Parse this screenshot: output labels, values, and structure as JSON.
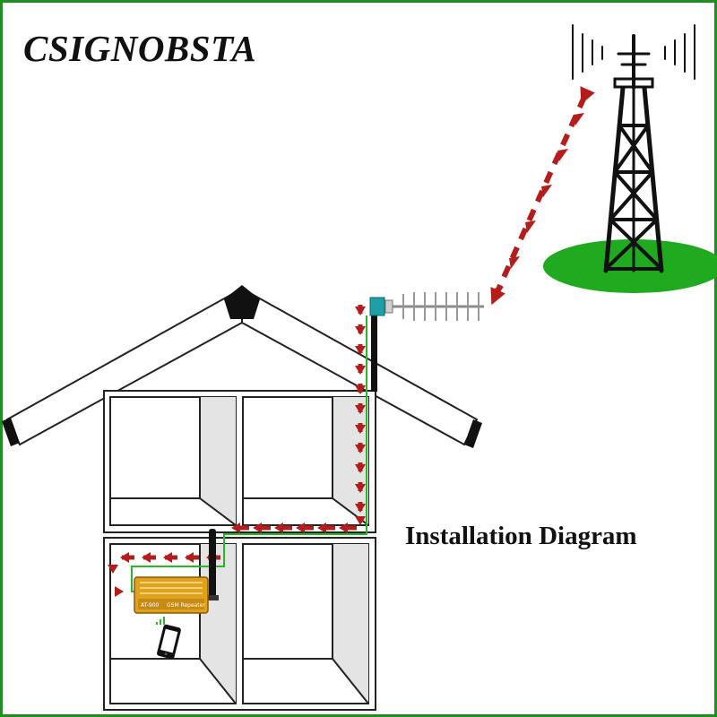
{
  "brand": {
    "name": "CSIGNOBSTA"
  },
  "caption": "Installation Diagram",
  "repeater": {
    "model": "AT-900",
    "label": "GSM Repeater"
  },
  "colors": {
    "border": "#1f8f1f",
    "signal_arrow": "#b51d1d",
    "cable": "#2bb52b",
    "ground": "#1faa1f",
    "repeater_body": "#e0a21c",
    "mast": "#111111"
  },
  "icons": [
    "cell-tower-icon",
    "radio-waves-icon",
    "yagi-antenna-icon",
    "repeater-icon",
    "indoor-antenna-icon",
    "smartphone-icon",
    "signal-bars-icon"
  ]
}
